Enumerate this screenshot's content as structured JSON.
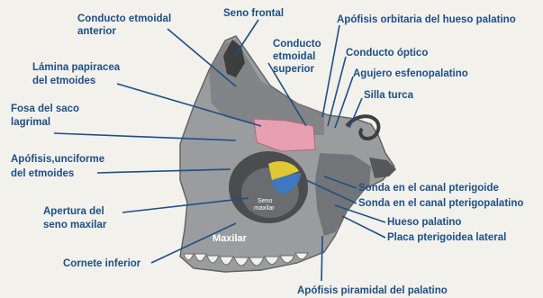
{
  "colors": {
    "label_text": "#1d4f86",
    "leader_line": "#1d4f86",
    "background": "#f3f1ec",
    "bone": "#9a9c9e",
    "lamina_highlight": "#e8a0b0",
    "sinus_yellow": "#e0c832",
    "sinus_blue": "#3f78c0"
  },
  "labels": {
    "conducto_etmoidal_anterior": [
      "Conducto etmoidal",
      "anterior"
    ],
    "seno_frontal": "Seno frontal",
    "apofisis_orbitaria": "Apófisis orbitaria del hueso palatino",
    "lamina_papiracea": [
      "Lámina papiracea",
      "del etmoides"
    ],
    "conducto_etmoidal_superior": [
      "Conducto",
      "etmoidal",
      "superior"
    ],
    "conducto_optico": "Conducto óptico",
    "agujero_esfenopalatino": "Agujero esfenopalatino",
    "silla_turca": "Silla turca",
    "fosa_saco_lagrimal": [
      "Fosa del saco",
      "lagrimal"
    ],
    "apofisis_unciforme": [
      "Apófisis,unciforme",
      "del etmoides"
    ],
    "sonda_pterigoide": "Sonda en el canal pterigoide",
    "sonda_pterigopalatino": "Sonda en el canal pterigopalatino",
    "apertura_seno": [
      "Apertura del",
      "seno maxilar"
    ],
    "hueso_palatino": "Hueso palatino",
    "placa_pterigoidea": "Placa pterigoidea lateral",
    "cornete_inferior": "Cornete inferior",
    "apofisis_piramidal": "Apófisis piramidal del palatino"
  },
  "inner_labels": {
    "maxilar": "Maxilar",
    "seno_maxilar": [
      "Seno",
      "maxilar"
    ]
  }
}
